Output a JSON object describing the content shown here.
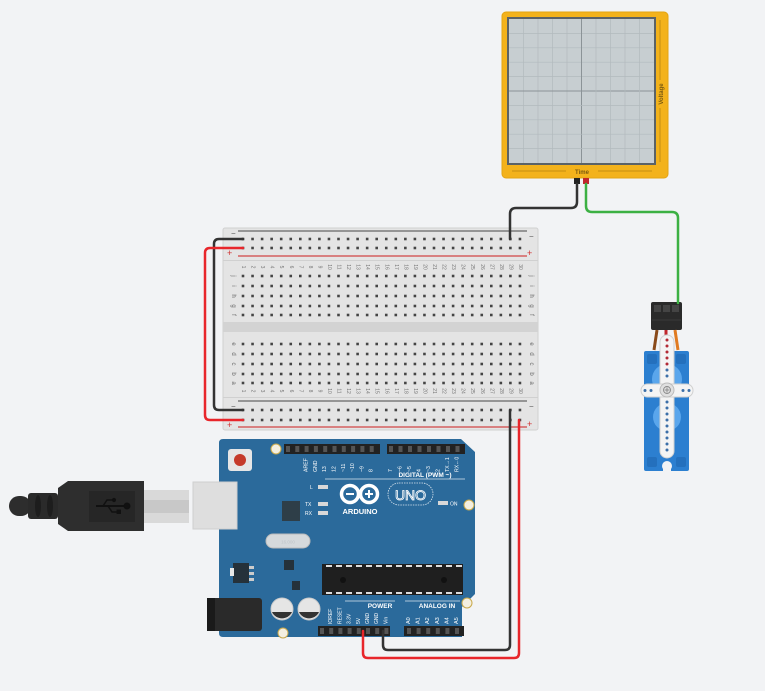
{
  "oscilloscope": {
    "x_label": "Time",
    "y_label": "Voltage",
    "frame_color": "#f3b21b",
    "screen_color": "#c7ced1"
  },
  "breadboard": {
    "row_labels_top": [
      "j",
      "i",
      "h",
      "g",
      "f"
    ],
    "row_labels_bottom": [
      "e",
      "d",
      "c",
      "b",
      "a"
    ],
    "columns": 30,
    "rail_minus": "−",
    "rail_plus": "+"
  },
  "arduino": {
    "brand": "ARDUINO",
    "model": "UNO",
    "digital_header": "DIGITAL (PWM ~)",
    "digital_pins": [
      "AREF",
      "GND",
      "13",
      "12",
      "~11",
      "~10",
      "~9",
      "8",
      "7",
      "~6",
      "~5",
      "4",
      "~3",
      "2",
      "TX→1",
      "RX←0"
    ],
    "power_header": "POWER",
    "power_pins": [
      "IOREF",
      "RESET",
      "3.3V",
      "5V",
      "GND",
      "GND",
      "Vin"
    ],
    "analog_header": "ANALOG IN",
    "analog_pins": [
      "A0",
      "A1",
      "A2",
      "A3",
      "A4",
      "A5"
    ],
    "led_l": "L",
    "led_tx": "TX",
    "led_rx": "RX",
    "led_on": "ON",
    "crystal": "16.000",
    "board_color": "#2b6a9b"
  },
  "wires": {
    "red": "#e8262b",
    "black": "#333333",
    "green": "#3cb043"
  },
  "usb": {
    "icon": "usb-icon"
  },
  "servo": {
    "color": "#2c7fd0"
  }
}
